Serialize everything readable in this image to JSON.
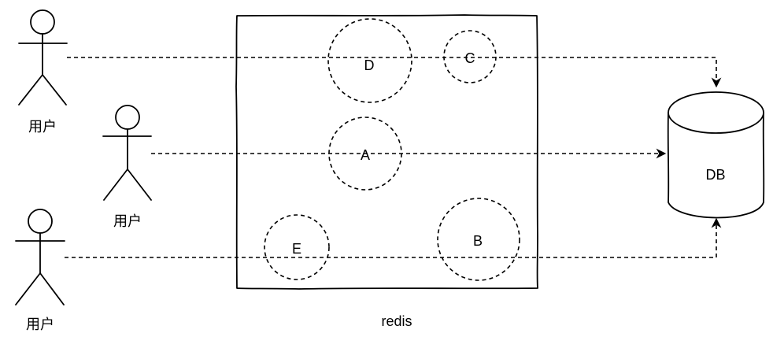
{
  "actors": [
    {
      "id": "actor-1",
      "label": "用户"
    },
    {
      "id": "actor-2",
      "label": "用户"
    },
    {
      "id": "actor-3",
      "label": "用户"
    }
  ],
  "redis": {
    "label": "redis",
    "keys": [
      {
        "id": "D",
        "label": "D"
      },
      {
        "id": "C",
        "label": "C"
      },
      {
        "id": "A",
        "label": "A"
      },
      {
        "id": "E",
        "label": "E"
      },
      {
        "id": "B",
        "label": "B"
      }
    ]
  },
  "db": {
    "label": "DB"
  }
}
